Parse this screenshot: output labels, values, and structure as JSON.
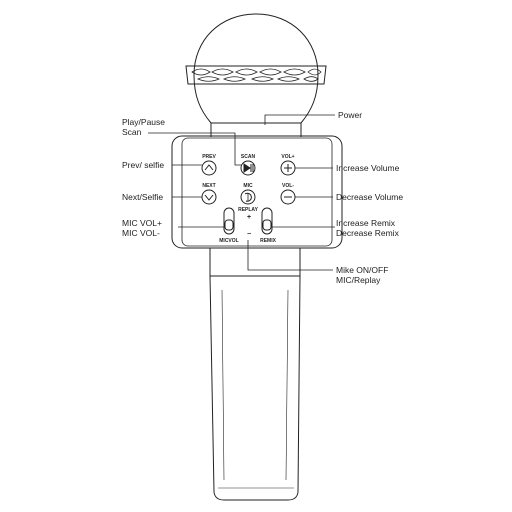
{
  "labels": {
    "power": "Power",
    "play_pause": "Play/Pause",
    "scan": "Scan",
    "prev_selfie": "Prev/ selfie",
    "next_selfie": "Next/Selfie",
    "mic_vol_plus": "MIC VOL+",
    "mic_vol_minus": "MIC VOL-",
    "increase_volume": "Increase Volume",
    "decrease_volume": "Decrease Volume",
    "increase_remix": "Increase Remix",
    "decrease_remix": "Decrease Remix",
    "mike_on_off": "Mike ON/OFF",
    "mic_replay": "MIC/Replay"
  },
  "panel": {
    "prev": "PREV",
    "scan": "SCAN",
    "vol_plus": "VOL+",
    "next": "NEXT",
    "mic": "MIC",
    "vol_minus": "VOL-",
    "replay": "REPLAY",
    "plus_sign": "+",
    "minus_sign": "−",
    "micvol": "MICVOL",
    "remix": "REMIX"
  },
  "colors": {
    "stroke": "#222222",
    "background": "#ffffff"
  }
}
